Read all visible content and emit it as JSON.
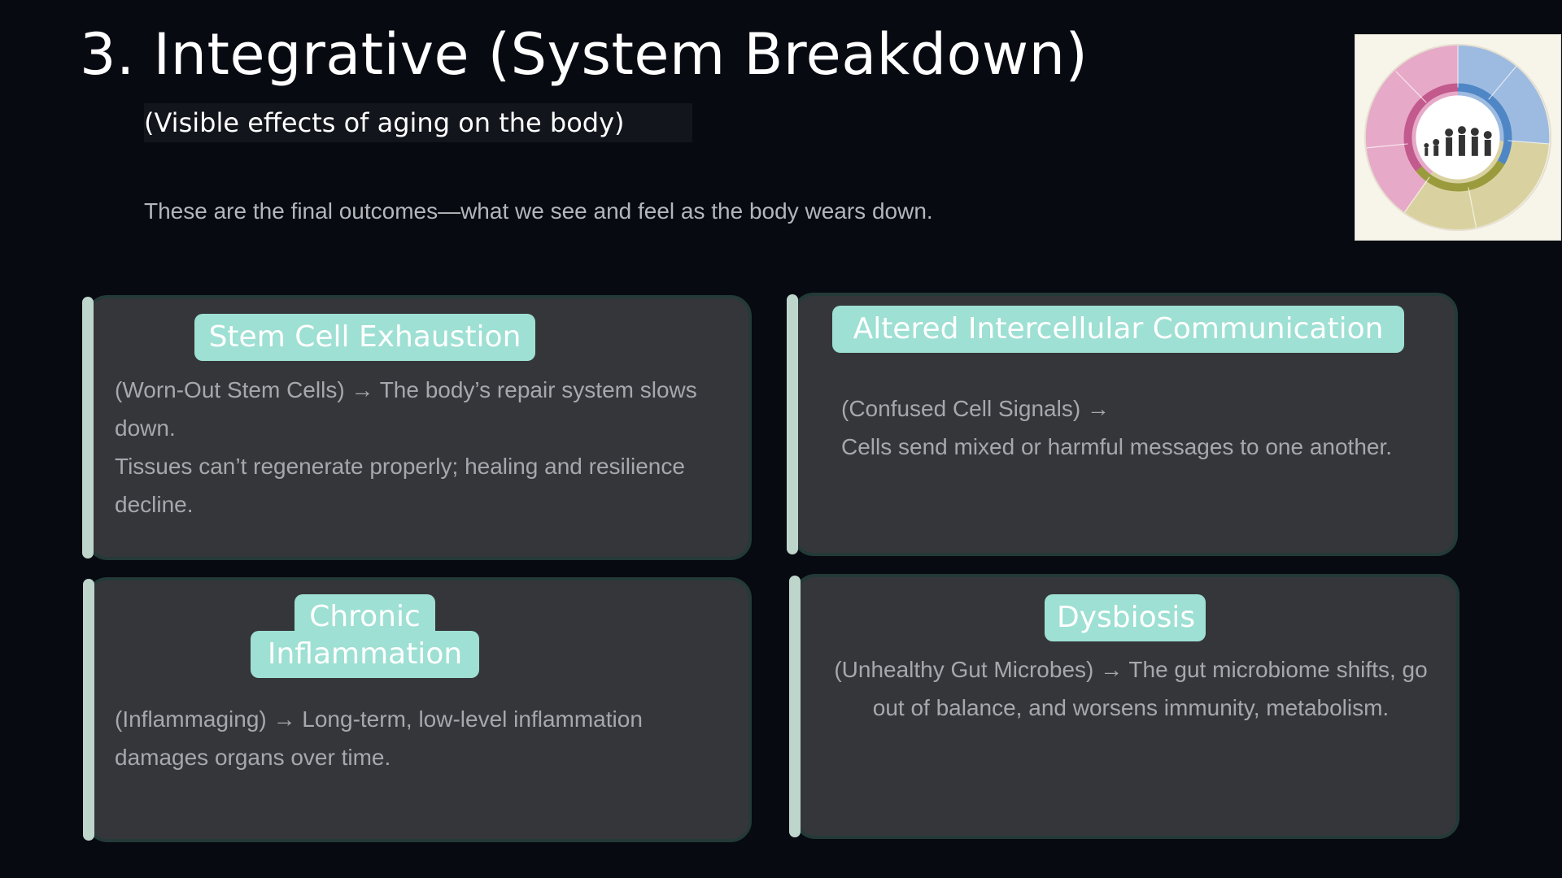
{
  "title": "3. Integrative (System Breakdown)",
  "subtitle": "(Visible effects of aging on the body)",
  "intro": "These are the final outcomes—what we see and feel as the body wears down.",
  "figure": {
    "icon": "hallmarks-of-aging-wheel",
    "colors": {
      "integrative": "#c25a8e",
      "primary": "#4f86c6",
      "antagonistic": "#9a9b3c"
    }
  },
  "cards": [
    {
      "title": "Stem Cell Exhaustion",
      "lines": [
        "(Worn-Out Stem Cells) → The body’s repair system slows down.",
        "Tissues can’t regenerate properly; healing and resilience decline."
      ]
    },
    {
      "title": "Altered Intercellular Communication",
      "lines": [
        "(Confused Cell Signals) →",
        "Cells send mixed or harmful messages to one another."
      ]
    },
    {
      "title_lines": [
        "Chronic",
        "Inflammation"
      ],
      "lines": [
        "(Inflammaging) → Long-term, low-level inflammation damages organs over time."
      ]
    },
    {
      "title": "Dysbiosis",
      "lines": [
        "(Unhealthy Gut Microbes) → The gut microbiome shifts, go out of balance, and worsens immunity, metabolism."
      ]
    }
  ],
  "colors": {
    "background": "#070a11",
    "card": "#35363a",
    "badge": "#9ee0d3",
    "accent_bar": "#bed5cb",
    "body_text": "#a6a8ad"
  }
}
